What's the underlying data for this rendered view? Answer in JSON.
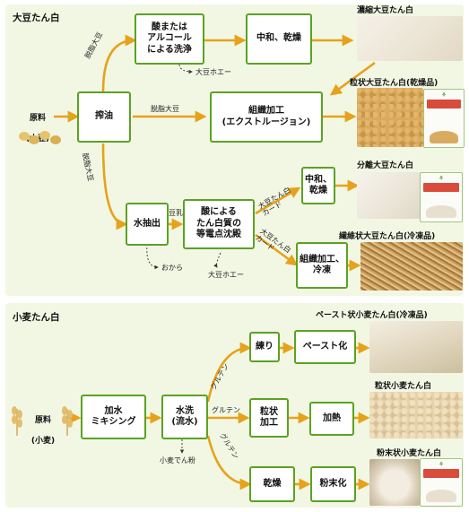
{
  "colors": {
    "arrow": "#e6a21a",
    "box_border": "#5aa321",
    "panel_bg": "#f2f7e4",
    "dashed": "#333333"
  },
  "soy": {
    "title": "大豆たん白",
    "raw_material": {
      "label": "原料",
      "sub": "(大豆)"
    },
    "boxes": {
      "oil_extraction": "搾油",
      "acid_alcohol_wash": "酸または\nアルコール\nによる洗浄",
      "neutralize_dry": "中和、乾燥",
      "extrusion": "組織加工\n(エクストルージョン)",
      "water_extraction": "水抽出",
      "acid_precipitation": "酸による\nたん白質の\n等電点沈殿",
      "neutralize_dry_2": "中和、\n乾燥",
      "texturize_freeze": "組織加工、\n冷凍"
    },
    "edge_labels": {
      "defatted_soy_1": "脱脂大豆",
      "defatted_soy_2": "脱脂大豆",
      "defatted_soy_3": "脱脂大豆",
      "soy_milk": "豆乳",
      "curd_1": "大豆たん白\nカード",
      "curd_2": "大豆たん白\nカード"
    },
    "byproducts": {
      "whey_1": "大豆ホエー",
      "okara": "おから",
      "whey_2": "大豆ホエー"
    },
    "products": {
      "concentrated": "濃縮大豆たん白",
      "granular": "粒状大豆たん白(乾燥品)",
      "isolated": "分離大豆たん白",
      "fibrous": "繊維状大豆たん白(冷凍品)"
    }
  },
  "wheat": {
    "title": "小麦たん白",
    "raw_material": {
      "label": "原料",
      "sub": "(小麦)"
    },
    "boxes": {
      "water_mixing": "加水\nミキシング",
      "water_wash": "水洗\n(流水)",
      "kneading": "練り",
      "paste": "ペースト化",
      "granular_process": "粒状\n加工",
      "heating": "加熱",
      "drying": "乾燥",
      "powdering": "粉末化"
    },
    "edge_labels": {
      "gluten_1": "グルテン",
      "gluten_2": "グルテン",
      "gluten_3": "グルテン"
    },
    "byproducts": {
      "starch": "小麦でん粉"
    },
    "products": {
      "paste": "ペースト状小麦たん白(冷凍品)",
      "granular": "粒状小麦たん白",
      "powder": "粉末状小麦たん白"
    }
  }
}
